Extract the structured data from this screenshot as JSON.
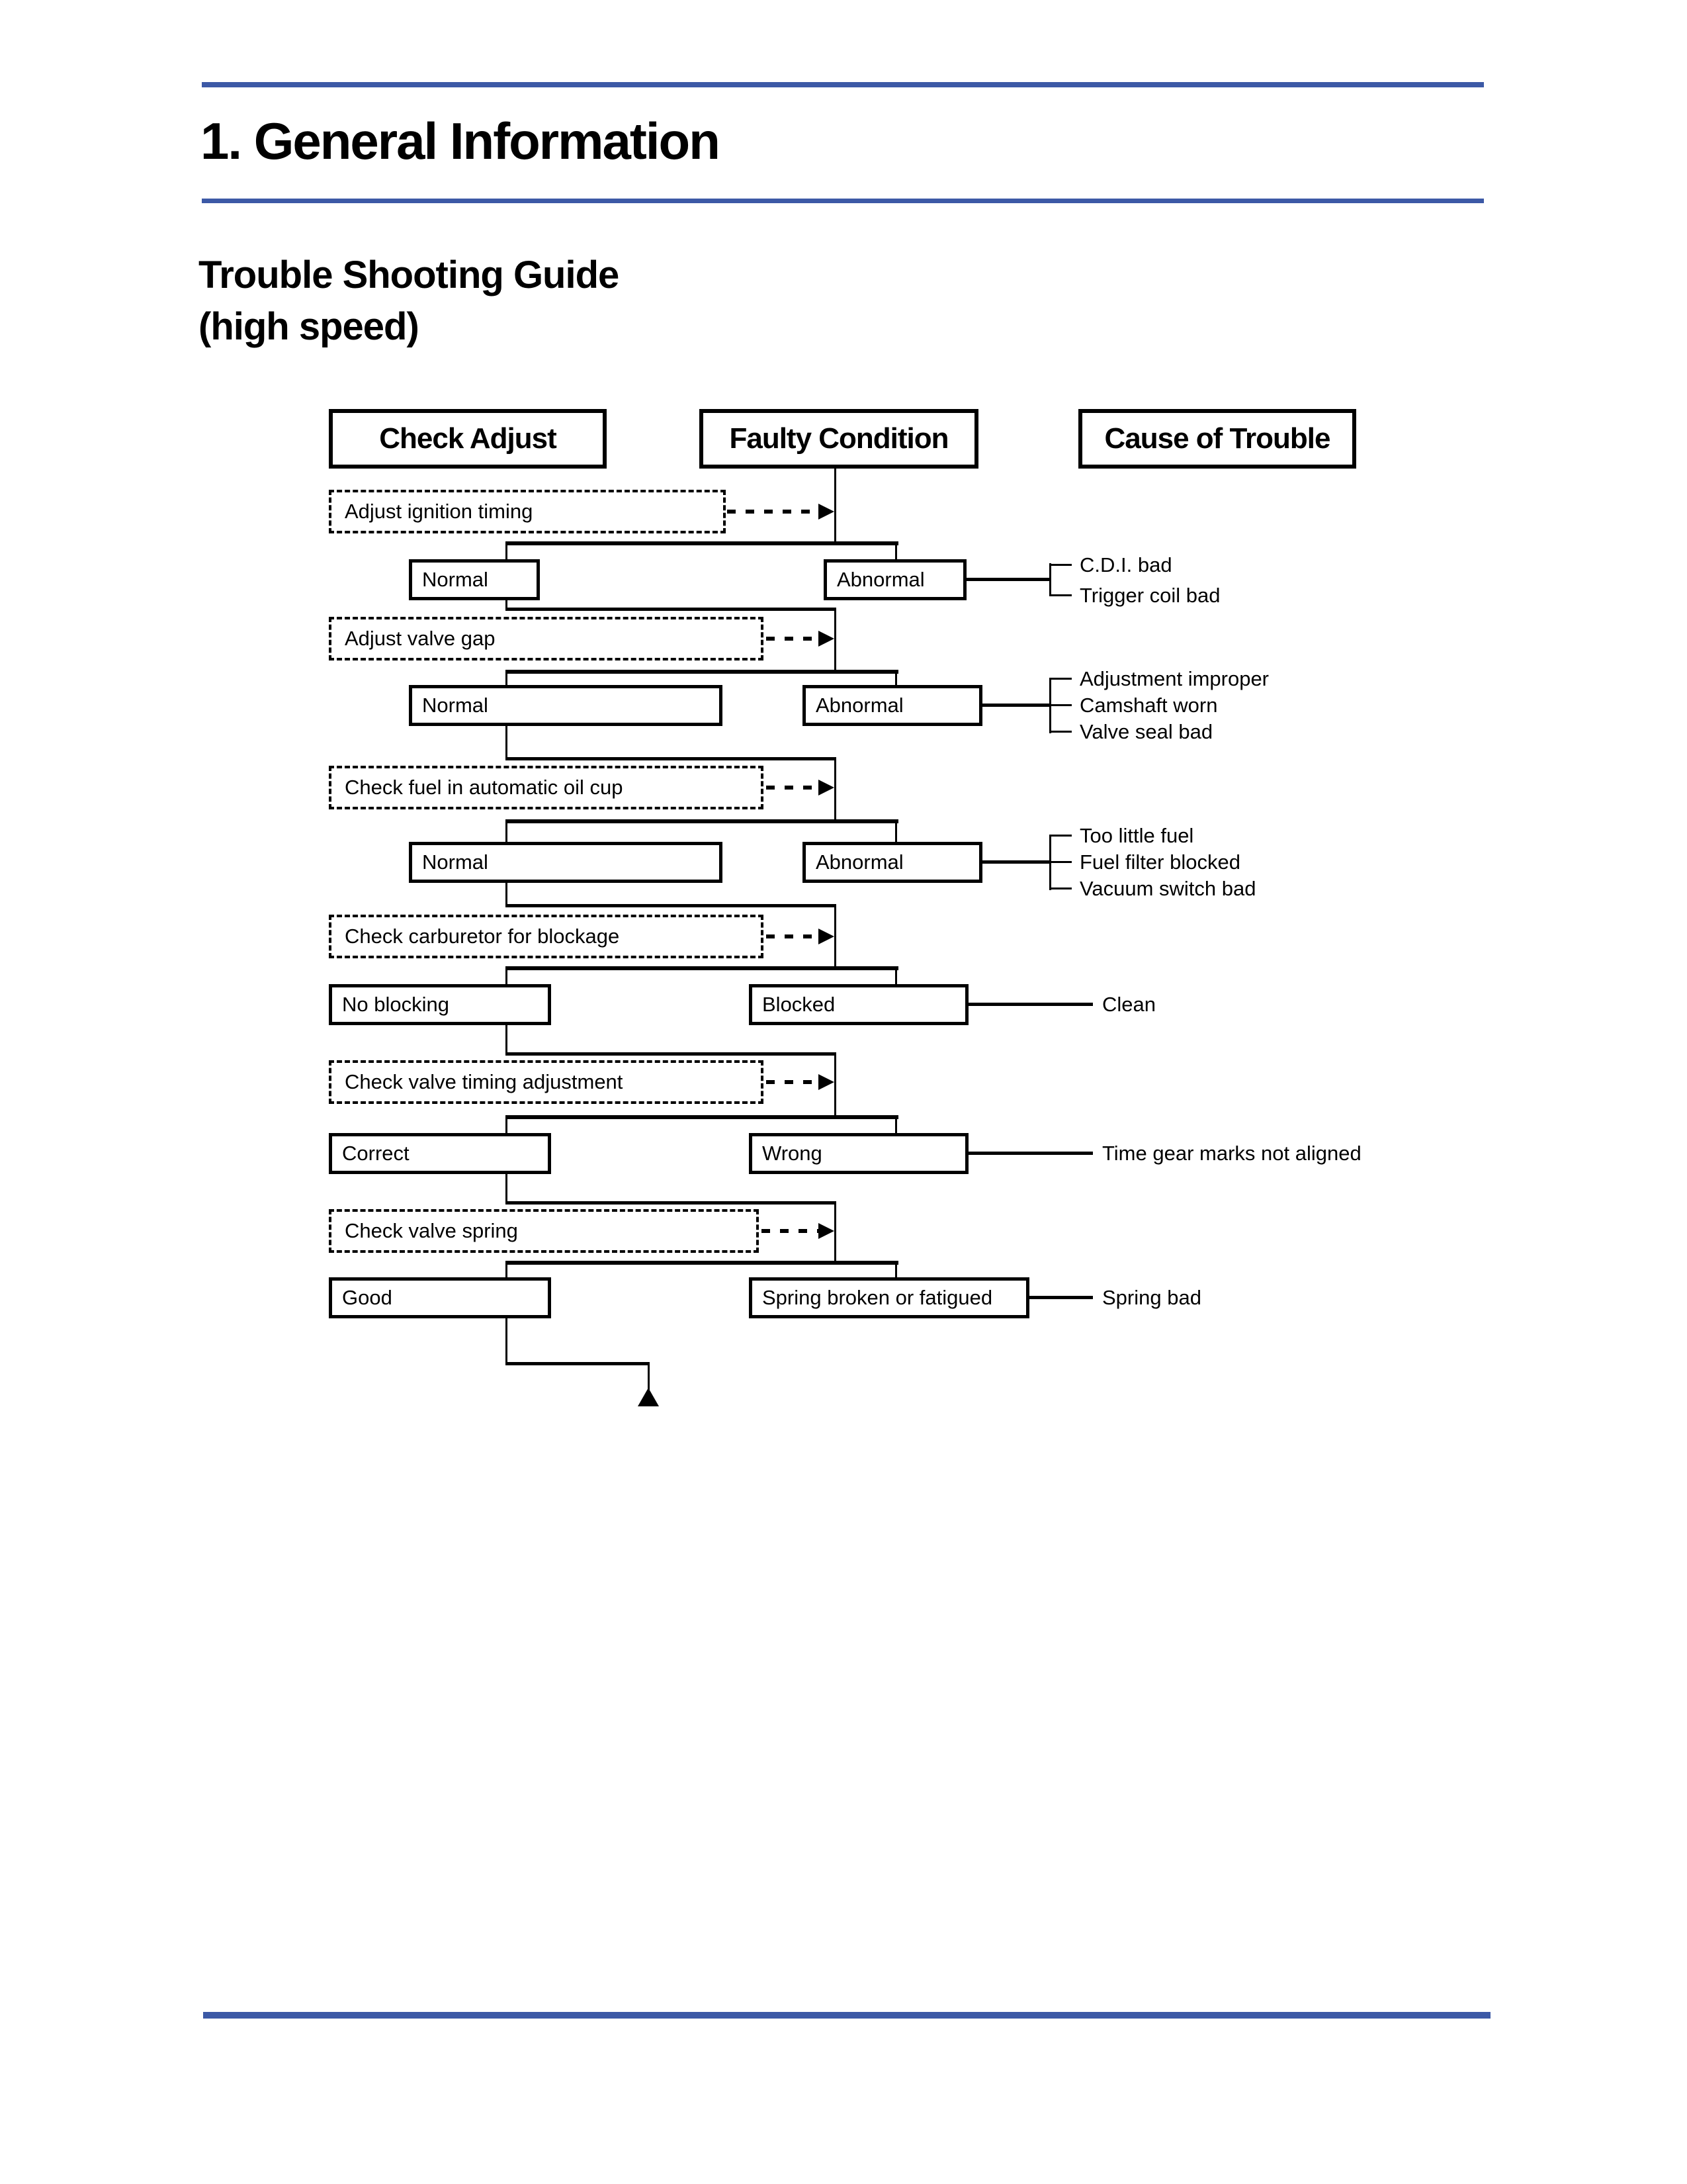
{
  "header": {
    "section_title": "1. General Information",
    "subtitle_line1": "Trouble Shooting Guide",
    "subtitle_line2": "(high speed)"
  },
  "flowchart": {
    "column_headers": [
      "Check Adjust",
      "Faulty Condition",
      "Cause of Trouble"
    ],
    "steps": [
      {
        "check": "Adjust ignition timing",
        "ok_label": "Normal",
        "fault_label": "Abnormal",
        "causes": [
          "C.D.I. bad",
          "Trigger coil bad"
        ]
      },
      {
        "check": "Adjust valve gap",
        "ok_label": "Normal",
        "fault_label": "Abnormal",
        "causes": [
          "Adjustment improper",
          "Camshaft worn",
          "Valve seal bad"
        ]
      },
      {
        "check": "Check fuel in automatic oil cup",
        "ok_label": "Normal",
        "fault_label": "Abnormal",
        "causes": [
          "Too little fuel",
          "Fuel filter blocked",
          "Vacuum switch bad"
        ]
      },
      {
        "check": "Check carburetor for blockage",
        "ok_label": "No blocking",
        "fault_label": "Blocked",
        "causes": [
          "Clean"
        ]
      },
      {
        "check": "Check valve timing adjustment",
        "ok_label": "Correct",
        "fault_label": "Wrong",
        "causes": [
          "Time gear marks not aligned"
        ]
      },
      {
        "check": "Check valve spring",
        "ok_label": "Good",
        "fault_label": "Spring broken or fatigued",
        "causes": [
          "Spring bad"
        ]
      }
    ]
  },
  "colors": {
    "rule_blue": "#3c59a6",
    "ink": "#000000"
  }
}
